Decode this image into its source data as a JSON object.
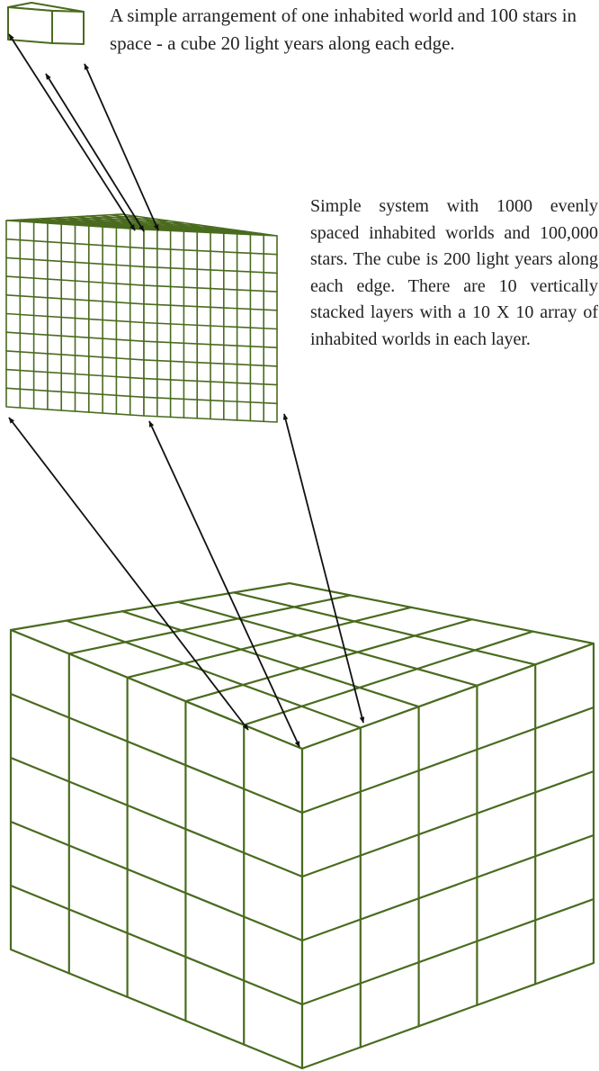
{
  "captions": {
    "small_cube": "A simple arrangement of one inhabited world and 100 stars in space - a cube 20 light years along each edge.",
    "medium_cube": "Simple system with 1000 evenly spaced inhabited worlds and 100,000 stars. The cube is 200 light years along each edge. There are 10 vertically stacked layers with a 10 X 10 array of inhabited worlds in each layer."
  },
  "cubes": [
    {
      "id": "single-world-cube",
      "divisions": 1
    },
    {
      "id": "world-grid-cube",
      "divisions": 10
    },
    {
      "id": "large-detail-cube",
      "divisions": 5
    }
  ],
  "colors": {
    "cube_stroke": "#4a6b1f",
    "arrow": "#111111",
    "text": "#222222"
  }
}
